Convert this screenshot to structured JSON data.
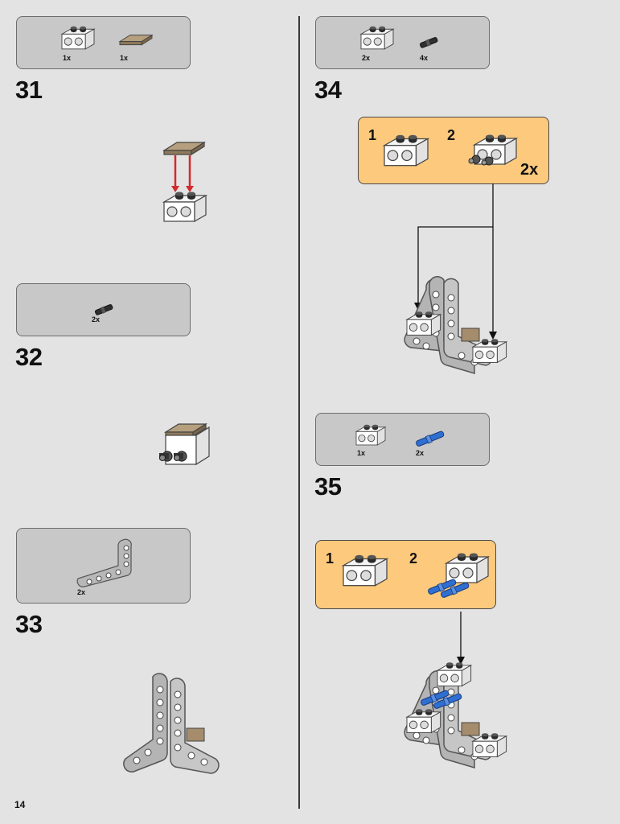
{
  "page_number": "14",
  "colors": {
    "background": "#e3e3e3",
    "parts_box": "#c8c8c8",
    "subassembly_box": "#fcc97d",
    "arrow_red": "#d12b2b",
    "tan": "#a48c6c",
    "light_gray": "#a9a9a9",
    "blue": "#2f6fd1"
  },
  "steps": [
    {
      "number": "31",
      "parts": [
        {
          "icon": "white-brick-1x2-with-holes-icon",
          "qty": "1x"
        },
        {
          "icon": "tan-tile-1x2-icon",
          "qty": "1x"
        }
      ]
    },
    {
      "number": "32",
      "parts": [
        {
          "icon": "black-friction-pin-icon",
          "qty": "2x"
        }
      ]
    },
    {
      "number": "33",
      "parts": [
        {
          "icon": "gray-l-beam-icon",
          "qty": "2x"
        }
      ]
    },
    {
      "number": "34",
      "parts": [
        {
          "icon": "white-brick-1x2-with-holes-icon",
          "qty": "2x"
        },
        {
          "icon": "black-friction-pin-icon",
          "qty": "4x"
        }
      ],
      "subassembly": {
        "stages": [
          "1",
          "2"
        ],
        "multiplier": "2x"
      }
    },
    {
      "number": "35",
      "parts": [
        {
          "icon": "white-brick-1x2-with-holes-icon",
          "qty": "1x"
        },
        {
          "icon": "blue-axle-pin-icon",
          "qty": "2x"
        }
      ],
      "subassembly": {
        "stages": [
          "1",
          "2"
        ]
      }
    }
  ]
}
